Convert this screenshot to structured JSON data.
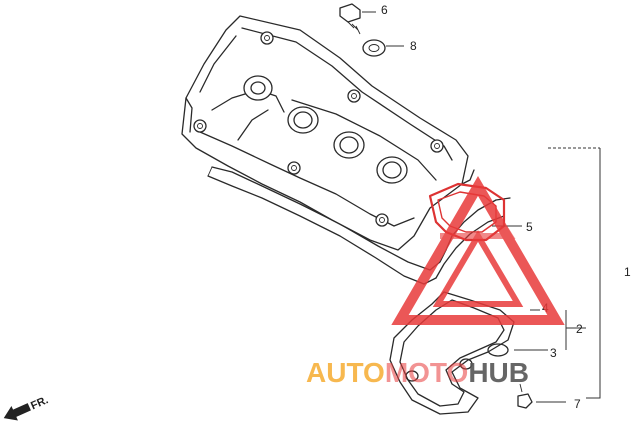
{
  "callouts": {
    "c1": "1",
    "c2": "2",
    "c3": "3",
    "c4": "4",
    "c5": "5",
    "c6": "6",
    "c7": "7",
    "c8": "8"
  },
  "fr_label": "FR.",
  "watermark": {
    "part_a": "AUTO",
    "part_b": "MOTO",
    "part_c": "HUB",
    "color_orange": "#f5a623",
    "color_red": "#e83a3a",
    "color_grey": "#555555"
  }
}
